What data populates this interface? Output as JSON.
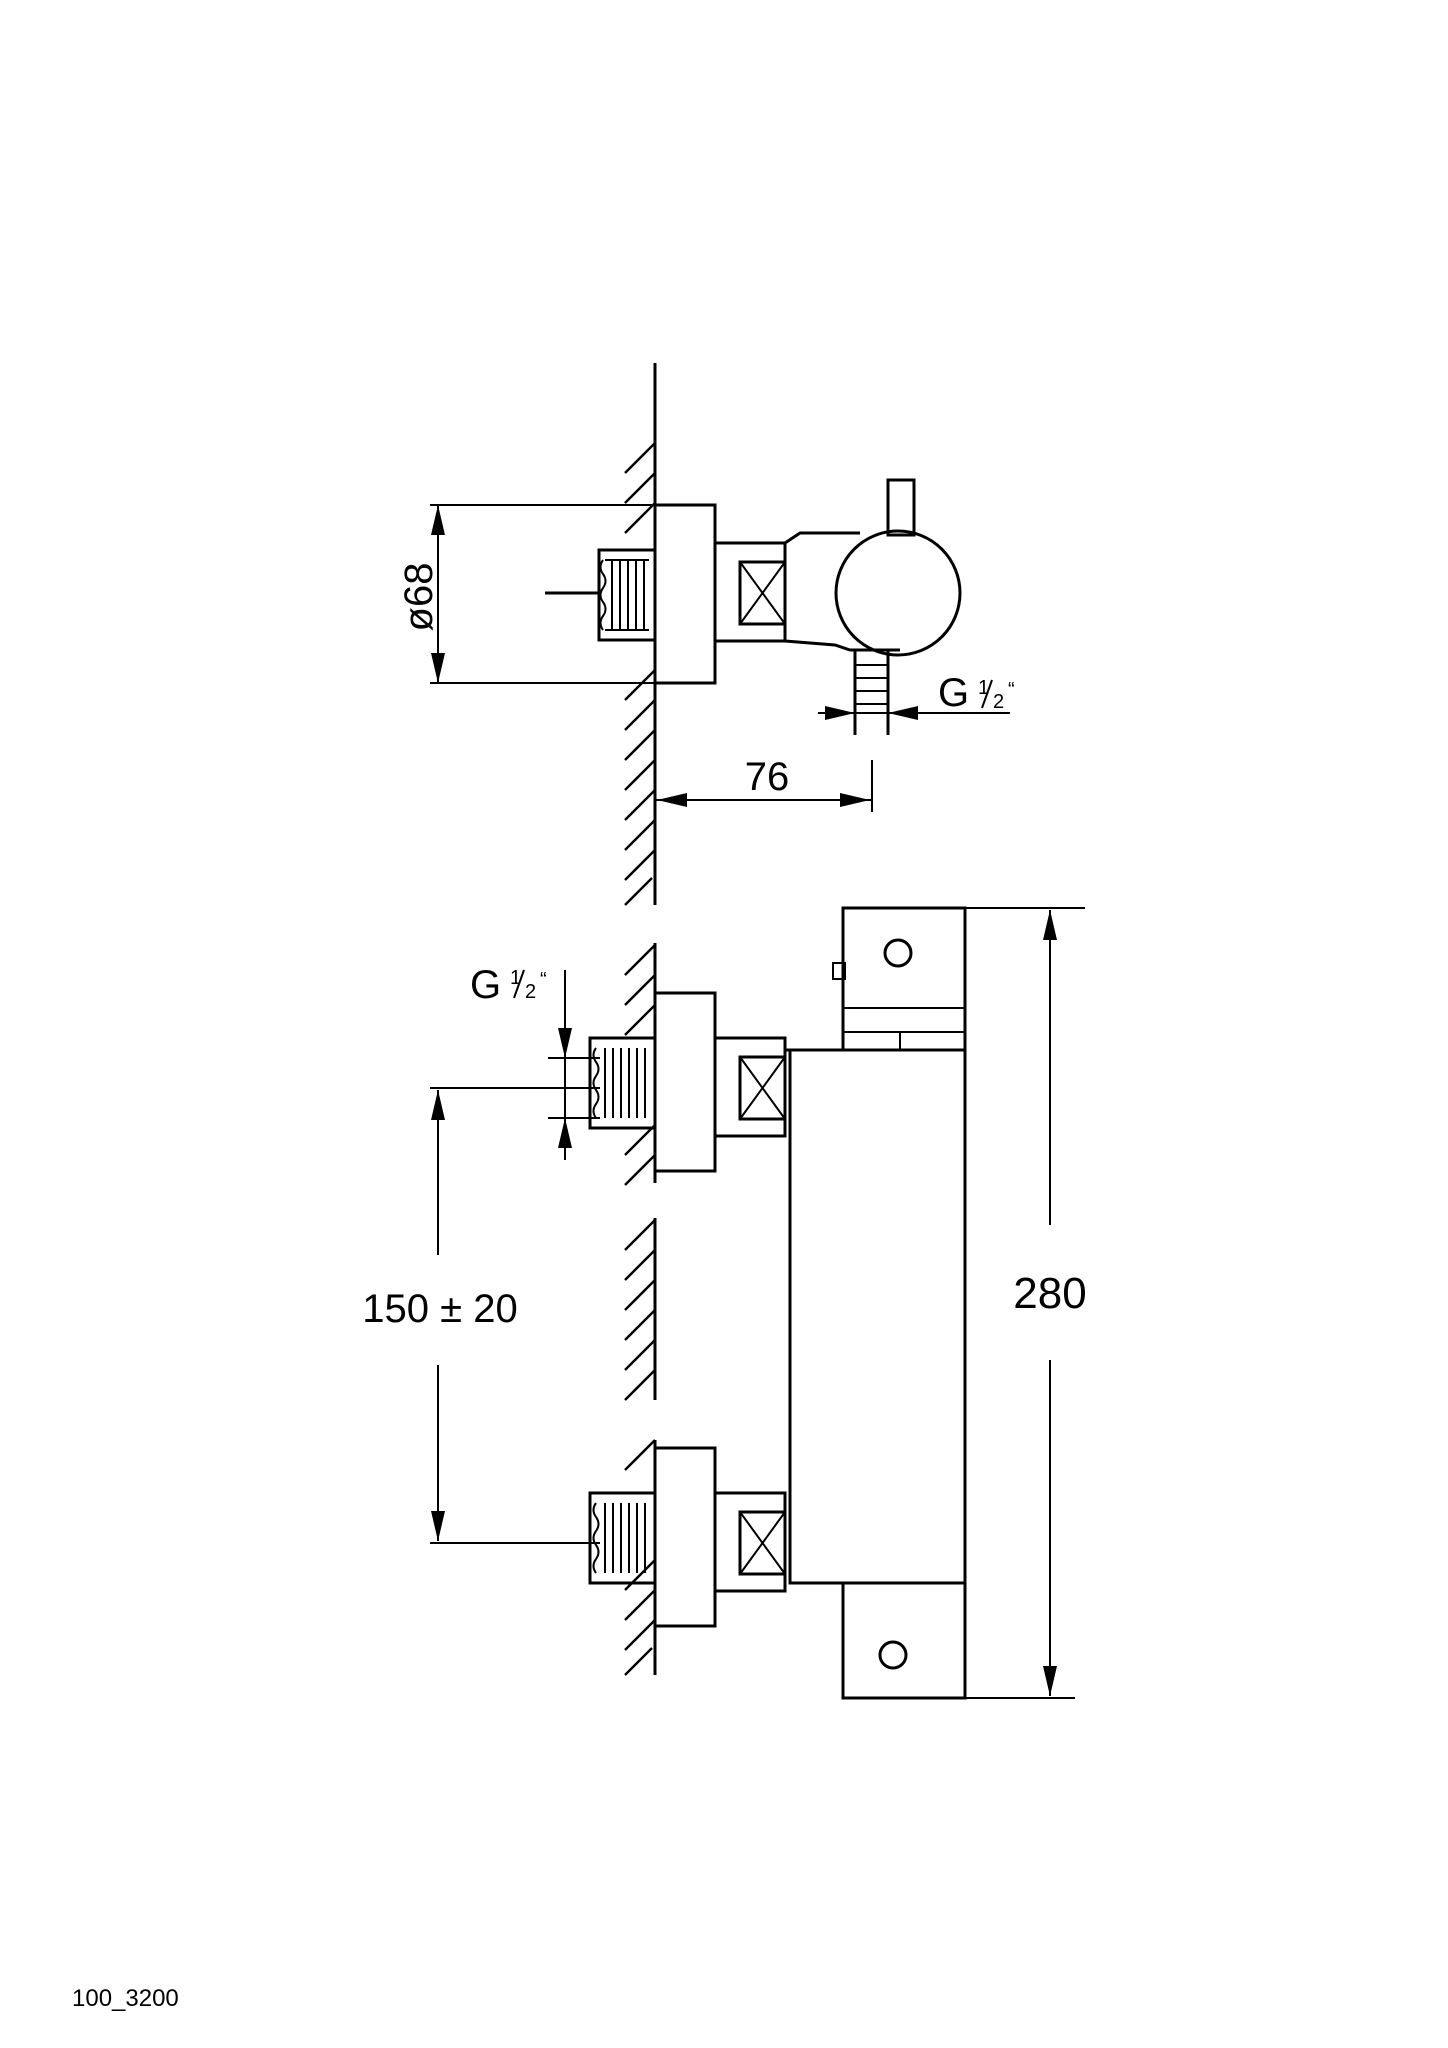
{
  "drawing": {
    "code": "100_3200",
    "dimensions": {
      "diameter": "ø68",
      "depth": "76",
      "thread_top": {
        "letter": "G",
        "num": "1",
        "den": "2",
        "mark": "“"
      },
      "thread_side": {
        "letter": "G",
        "num": "1",
        "den": "2",
        "mark": "“"
      },
      "distance": "150 ± 20",
      "height": "280"
    }
  }
}
